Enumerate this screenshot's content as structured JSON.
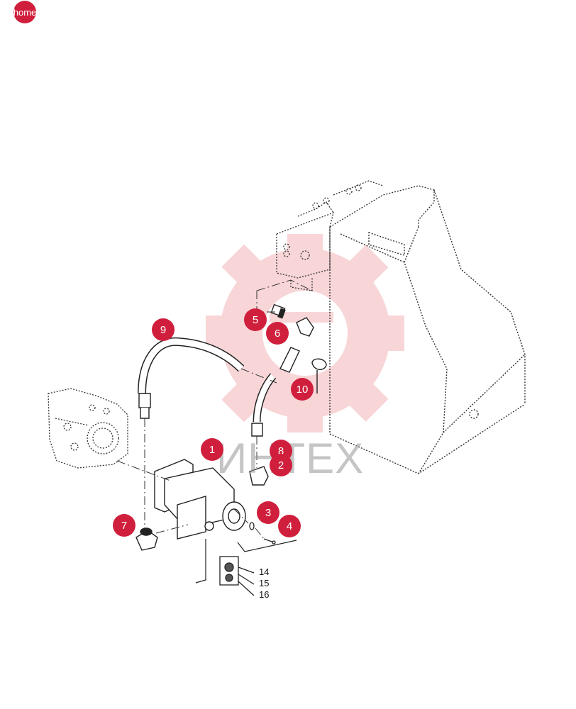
{
  "nav": {
    "home_label": "home"
  },
  "watermark": {
    "text": "ИНТЕХ"
  },
  "callouts": [
    {
      "id": "1",
      "label": "1"
    },
    {
      "id": "2",
      "label": "2"
    },
    {
      "id": "3",
      "label": "3"
    },
    {
      "id": "4",
      "label": "4"
    },
    {
      "id": "5",
      "label": "5"
    },
    {
      "id": "6",
      "label": "6"
    },
    {
      "id": "7",
      "label": "7"
    },
    {
      "id": "8",
      "label": "8"
    },
    {
      "id": "9",
      "label": "9"
    },
    {
      "id": "10",
      "label": "10"
    }
  ],
  "decal_labels": [
    "14",
    "15",
    "16"
  ],
  "colors": {
    "callout": "#d01f3c",
    "watermark_gear": "#f4b3b8"
  }
}
